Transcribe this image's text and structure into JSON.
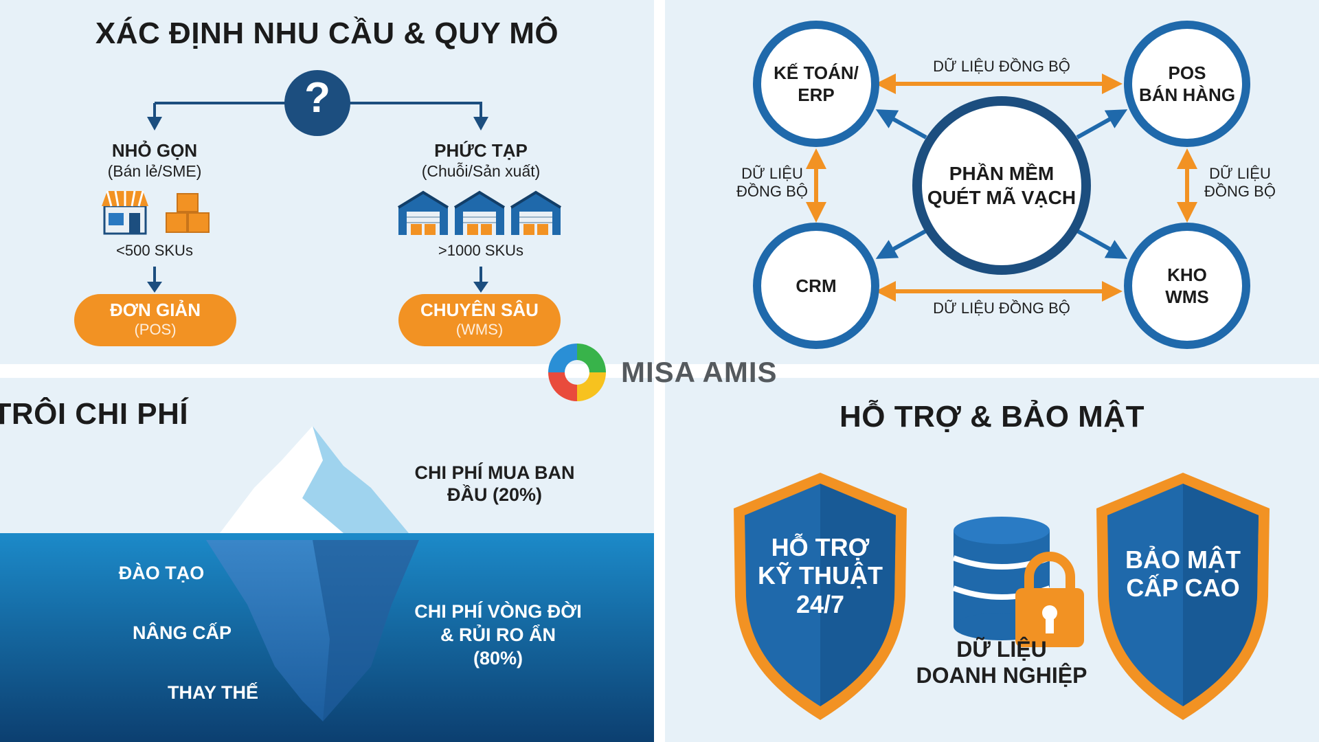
{
  "needs": {
    "title": "XÁC ĐỊNH NHU CẦU & QUY MÔ",
    "question_glyph": "?",
    "small": {
      "name": "NHỎ GỌN",
      "desc": "(Bán lẻ/SME)",
      "skus": "<500 SKUs",
      "result": "ĐƠN GIẢN",
      "result_sub": "(POS)"
    },
    "complex": {
      "name": "PHỨC TẠP",
      "desc": "(Chuỗi/Sản xuất)",
      "skus": ">1000 SKUs",
      "result": "CHUYÊN SÂU",
      "result_sub": "(WMS)"
    },
    "icons": [
      "store-icon",
      "boxes-icon",
      "warehouse-icon"
    ]
  },
  "integration": {
    "center": "PHẦN MỀM\nQUÉT MÃ VẠCH",
    "nodes": {
      "erp": "KẾ TOÁN/\nERP",
      "pos": "POS\nBÁN HÀNG",
      "crm": "CRM",
      "wms": "KHO\nWMS"
    },
    "sync_top": "DỮ LIỆU ĐỒNG BỘ",
    "sync_bottom": "DỮ LIỆU ĐỒNG BỘ",
    "sync_left_1": "DỮ LIỆU",
    "sync_left_2": "ĐỒNG BỘ",
    "sync_right_1": "DỮ LIỆU",
    "sync_right_2": "ĐỒNG BỘ",
    "colors": {
      "node_border": "#1f69ab",
      "arrow_orange": "#f29223"
    }
  },
  "iceberg": {
    "title": "TẢNG BĂNG TRÔI CHI PHÍ",
    "visible_1": "CHI PHÍ MUA BAN",
    "visible_2": "ĐẦU (20%)",
    "items": [
      "ĐÀO TẠO",
      "NÂNG CẤP",
      "THAY THẾ"
    ],
    "hidden_1": "CHI PHÍ VÒNG ĐỜI",
    "hidden_2": "& RỦI RO ẨN",
    "hidden_3": "(80%)"
  },
  "support": {
    "title": "HỖ TRỢ & BẢO MẬT",
    "shield_left": [
      "HỖ TRỢ",
      "KỸ THUẬT",
      "24/7"
    ],
    "center_1": "DỮ LIỆU",
    "center_2": "DOANH NGHIỆP",
    "shield_right": [
      "BẢO MẬT",
      "CẤP CAO"
    ],
    "icons": [
      "shield-icon",
      "database-icon",
      "lock-icon"
    ]
  },
  "brand": {
    "name": "MISA AMIS"
  }
}
